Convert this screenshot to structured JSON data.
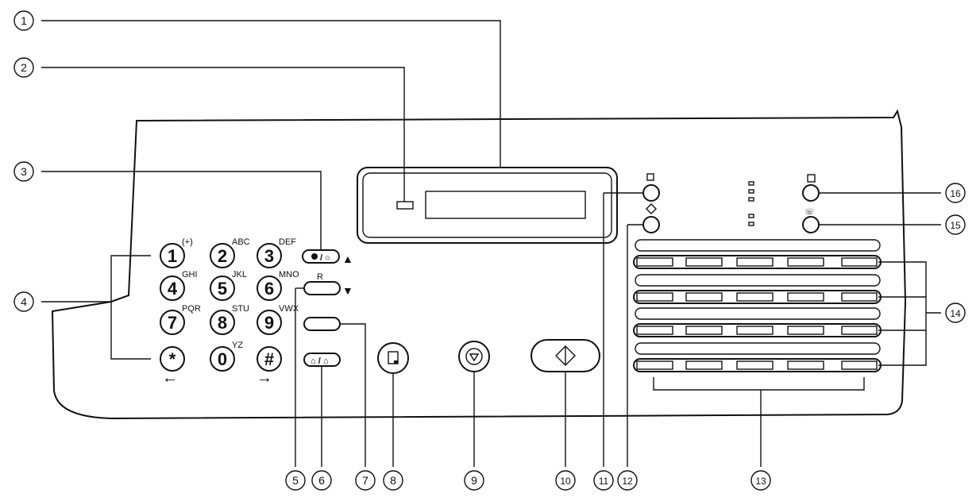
{
  "callouts": [
    "1",
    "2",
    "3",
    "4",
    "5",
    "6",
    "7",
    "8",
    "9",
    "10",
    "11",
    "12",
    "13",
    "14",
    "15",
    "16"
  ],
  "keypad": [
    {
      "digit": "1",
      "letters": "(+)"
    },
    {
      "digit": "2",
      "letters": "ABC"
    },
    {
      "digit": "3",
      "letters": "DEF"
    },
    {
      "digit": "4",
      "letters": "GHI"
    },
    {
      "digit": "5",
      "letters": "JKL"
    },
    {
      "digit": "6",
      "letters": "MNO"
    },
    {
      "digit": "7",
      "letters": "PQR"
    },
    {
      "digit": "8",
      "letters": "STU"
    },
    {
      "digit": "9",
      "letters": "VWX"
    },
    {
      "digit": "*",
      "letters": ""
    },
    {
      "digit": "0",
      "letters": "YZ"
    },
    {
      "digit": "#",
      "letters": ""
    }
  ],
  "side_buttons": {
    "redial_label": "R"
  },
  "arrows": {
    "left": "←",
    "right": "→",
    "up": "▲",
    "down": "▼"
  },
  "colors": {
    "ink": "#111111",
    "background": "#ffffff"
  }
}
